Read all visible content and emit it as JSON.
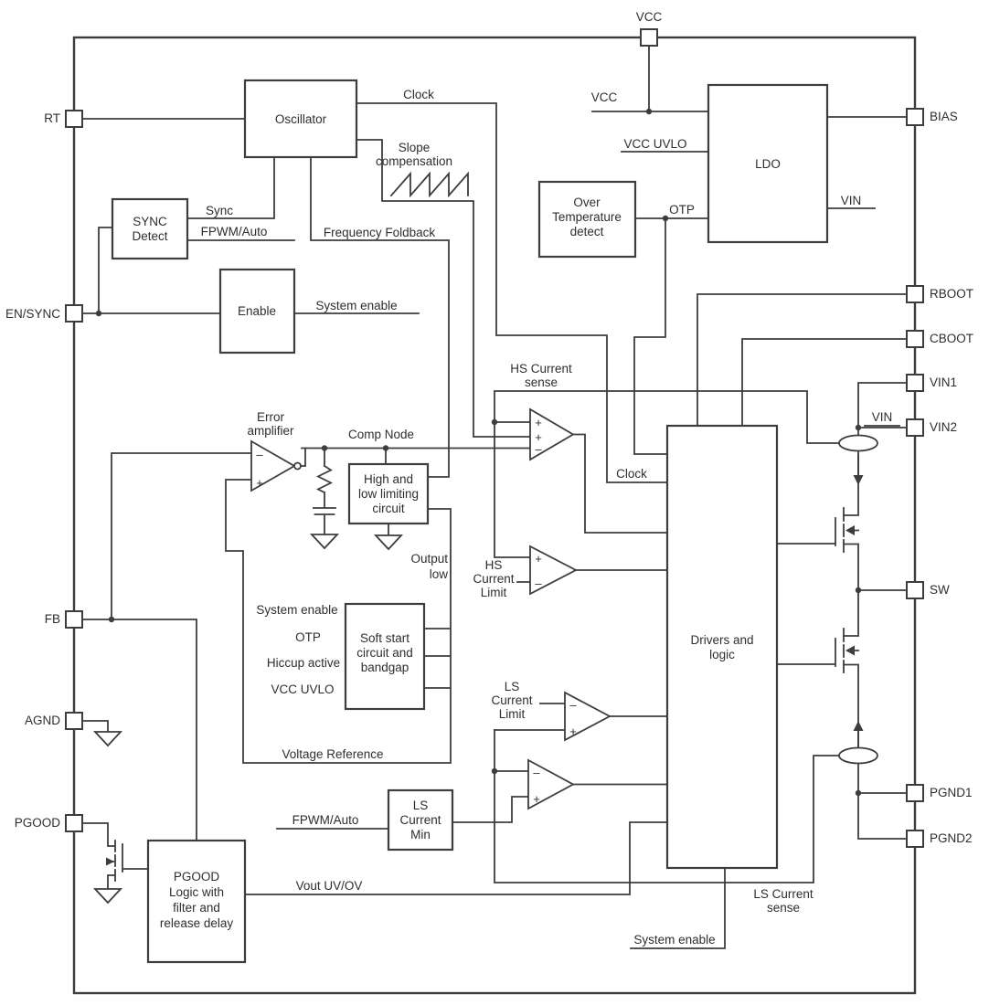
{
  "colors": {
    "line": "#3d3d3d",
    "text": "#2e2e2e",
    "background": "#ffffff"
  },
  "pins": {
    "vcc": "VCC",
    "rt": "RT",
    "en_sync": "EN/SYNC",
    "fb": "FB",
    "agnd": "AGND",
    "pgood": "PGOOD",
    "bias": "BIAS",
    "rboot": "RBOOT",
    "cboot": "CBOOT",
    "vin1": "VIN1",
    "vin2": "VIN2",
    "sw": "SW",
    "pgnd1": "PGND1",
    "pgnd2": "PGND2"
  },
  "blocks": {
    "oscillator": "Oscillator",
    "sync_detect": [
      "SYNC",
      "Detect"
    ],
    "enable": "Enable",
    "ldo": "LDO",
    "over_temperature_detect": [
      "Over",
      "Temperature",
      "detect"
    ],
    "high_low_limiting": [
      "High and",
      "low limiting",
      "circuit"
    ],
    "soft_start": [
      "Soft start",
      "circuit and",
      "bandgap"
    ],
    "ls_current_min": [
      "LS",
      "Current",
      "Min"
    ],
    "pgood_logic": [
      "PGOOD",
      "Logic with",
      "filter and",
      "release delay"
    ],
    "drivers_logic": [
      "Drivers and",
      "logic"
    ]
  },
  "signals": {
    "clock_top": "Clock",
    "clock_mid": "Clock",
    "slope_compensation": [
      "Slope",
      "compensation"
    ],
    "sync": "Sync",
    "fpwm_auto_top": "FPWM/Auto",
    "frequency_foldback": "Frequency Foldback",
    "system_enable_top": "System enable",
    "system_enable_soft_start": "System enable",
    "system_enable_bottom": "System enable",
    "vcc_ldo": "VCC",
    "vcc_uvlo_ldo": "VCC UVLO",
    "vcc_uvlo_soft_start": "VCC UVLO",
    "otp_ldo": "OTP",
    "otp_soft_start": "OTP",
    "hiccup_active": "Hiccup active",
    "vin_ldo": "VIN",
    "vin_node": "VIN",
    "hs_current_sense": [
      "HS Current",
      "sense"
    ],
    "error_amplifier": [
      "Error",
      "amplifier"
    ],
    "comp_node": "Comp Node",
    "output_low": [
      "Output",
      "low"
    ],
    "hs_current_limit": [
      "HS",
      "Current",
      "Limit"
    ],
    "ls_current_limit": [
      "LS",
      "Current",
      "Limit"
    ],
    "voltage_reference": "Voltage Reference",
    "fpwm_auto_bottom": "FPWM/Auto",
    "vout_uv_ov": "Vout UV/OV",
    "ls_current_sense": [
      "LS Current",
      "sense"
    ],
    "plus": "+",
    "minus": "–"
  }
}
